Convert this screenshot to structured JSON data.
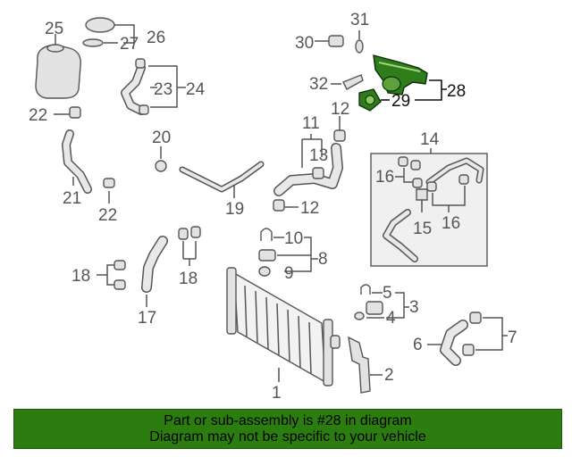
{
  "callouts": {
    "c1": "1",
    "c2": "2",
    "c3": "3",
    "c4": "4",
    "c5": "5",
    "c6": "6",
    "c7": "7",
    "c8": "8",
    "c9": "9",
    "c10": "10",
    "c11": "11",
    "c12a": "12",
    "c12b": "12",
    "c13": "13",
    "c14": "14",
    "c15": "15",
    "c16a": "16",
    "c16b": "16",
    "c17": "17",
    "c18a": "18",
    "c18b": "18",
    "c19": "19",
    "c20": "20",
    "c21": "21",
    "c22a": "22",
    "c22b": "22",
    "c23": "23",
    "c24": "24",
    "c25": "25",
    "c26": "26",
    "c27": "27",
    "c28": "28",
    "c29": "29",
    "c30": "30",
    "c31": "31",
    "c32": "32"
  },
  "highlight_part": "28",
  "colors": {
    "highlight_part": "#2e7d1a",
    "banner_background": "#2b7d10",
    "line_art": "#555555"
  },
  "banner": {
    "line1": "Part or sub-assembly is #28 in diagram",
    "line2": "Diagram may not be specific to your vehicle"
  }
}
